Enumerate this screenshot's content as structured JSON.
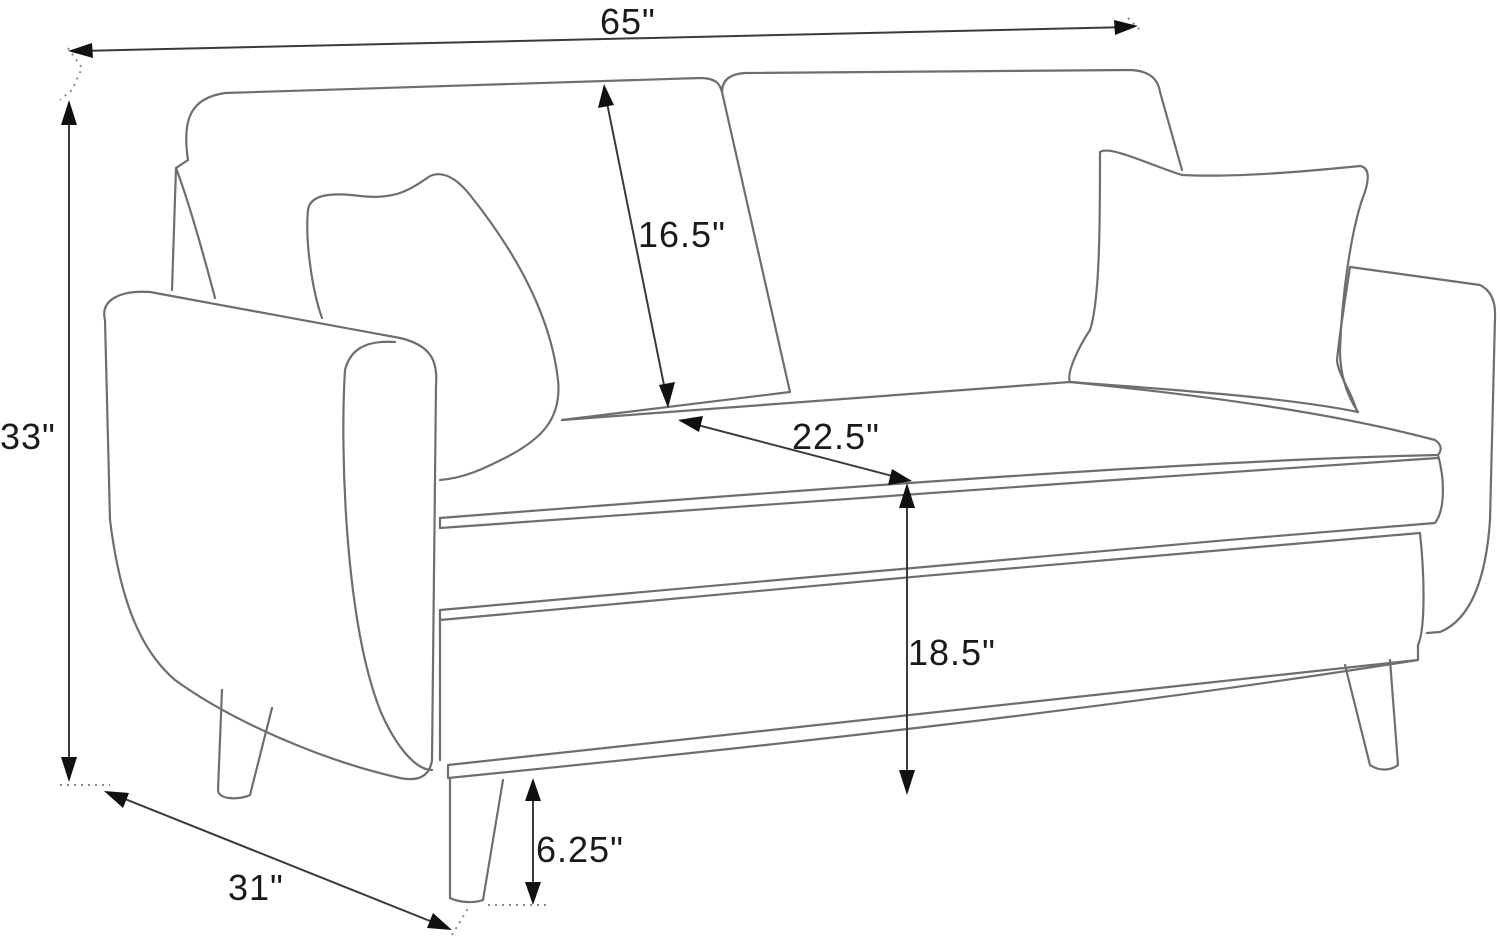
{
  "diagram": {
    "subject": "Loveseat sofa dimension line drawing",
    "line_color": "#6e6e6e",
    "text_color": "#1a1a1a",
    "background": "#ffffff",
    "dimensions": {
      "overall_width": "65\"",
      "overall_height": "33\"",
      "backrest_height": "16.5\"",
      "seat_depth": "22.5\"",
      "seat_height": "18.5\"",
      "leg_height": "6.25\"",
      "overall_depth": "31\""
    }
  }
}
